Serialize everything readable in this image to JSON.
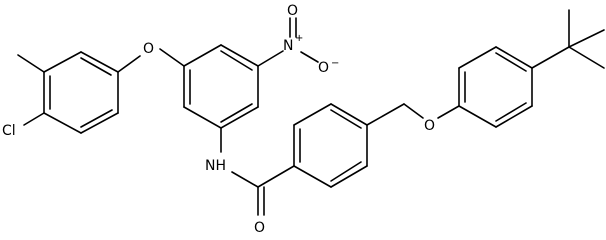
{
  "molecule": {
    "atoms": {
      "oxygen_ether_left": "O",
      "nitro_nitrogen": "N",
      "nitro_charge_plus": "+",
      "nitro_oxygen_top": "O",
      "nitro_oxygen_right": "O",
      "nitro_charge_minus": "−",
      "chlorine": "Cl",
      "amide_nitrogen_hydrogen": "NH",
      "amide_oxygen": "O",
      "oxygen_ether_right": "O"
    }
  }
}
